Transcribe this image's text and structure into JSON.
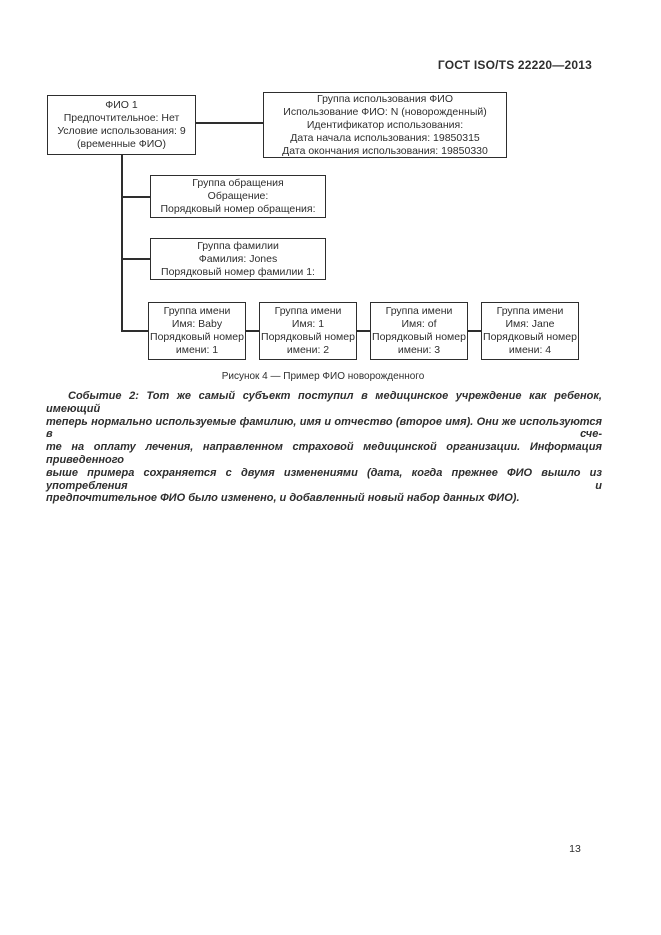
{
  "colors": {
    "ink": "#2e2e2e",
    "paper": "#ffffff"
  },
  "page": {
    "header": "ГОСТ ISO/TS 22220—2013",
    "page_number": "13"
  },
  "figure": {
    "caption": "Рисунок 4 — Пример ФИО новорожденного",
    "boxes": {
      "fio": {
        "lines": [
          "ФИО 1",
          "Предпочтительное: Нет",
          "Условие использования: 9",
          "(временные ФИО)"
        ]
      },
      "usage": {
        "lines": [
          "Группа использования ФИО",
          "Использование ФИО: N (новорожденный)",
          "Идентификатор использования:",
          "Дата начала использования: 19850315",
          "Дата окончания использования: 19850330"
        ]
      },
      "appeal": {
        "lines": [
          "Группа обращения",
          "Обращение:",
          "Порядковый номер обращения:"
        ]
      },
      "family": {
        "lines": [
          "Группа фамилии",
          "Фамилия: Jones",
          "Порядковый номер фамилии 1:"
        ]
      },
      "names": [
        {
          "lines": [
            "Группа имени",
            "Имя: Baby",
            "Порядковый номер",
            "имени: 1"
          ]
        },
        {
          "lines": [
            "Группа имени",
            "Имя: 1",
            "Порядковый номер",
            "имени: 2"
          ]
        },
        {
          "lines": [
            "Группа имени",
            "Имя: of",
            "Порядковый номер",
            "имени: 3"
          ]
        },
        {
          "lines": [
            "Группа имени",
            "Имя: Jane",
            "Порядковый номер",
            "имени: 4"
          ]
        }
      ]
    }
  },
  "note": {
    "lines": [
      "Событие 2: Тот же самый субъект поступил в медицинское учреждение как ребенок, имеющий",
      "теперь нормально используемые фамилию, имя и отчество (второе имя). Они же используются в сче-",
      "те на оплату лечения, направленном страховой медицинской организации. Информация приведенного",
      "выше примера сохраняется с двумя изменениями (дата, когда прежнее ФИО вышло из употребления и",
      "предпочтительное ФИО было изменено, и добавленный новый набор данных ФИО)."
    ]
  }
}
